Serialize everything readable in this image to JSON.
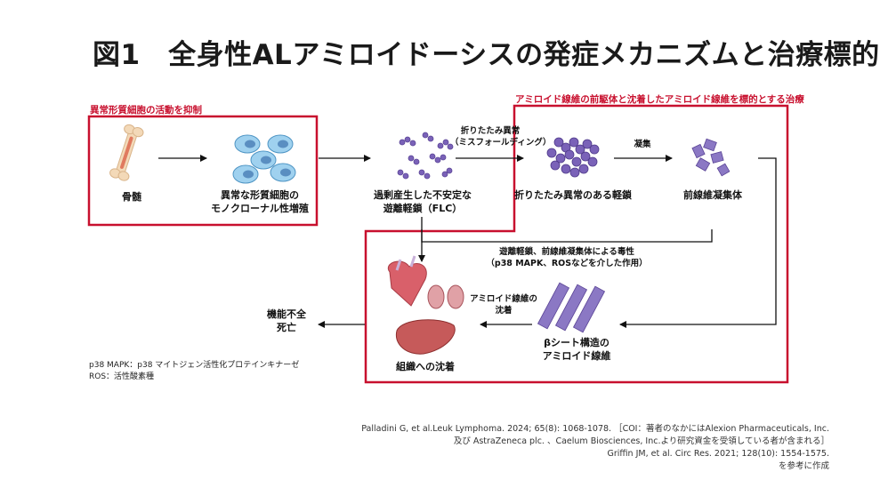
{
  "title": "図1　全身性ALアミロイドーシスの発症メカニズムと治療標的",
  "target_left": {
    "label": "異常形質細胞の活動を抑制",
    "bone": "骨髄",
    "plasma_line1": "異常な形質細胞の",
    "plasma_line2": "モノクローナル性増殖"
  },
  "target_right": {
    "label": "アミロイド線維の前駆体と沈着したアミロイド線維を標的とする治療"
  },
  "flc": {
    "line1": "過剰産生した不安定な",
    "line2": "遊離軽鎖（FLC）"
  },
  "misfold_arrow": {
    "line1": "折りたたみ異常",
    "line2": "（ミスフォールディング）"
  },
  "misfolded": "折りたたみ異常のある軽鎖",
  "aggregate_arrow": "凝集",
  "prefibril": "前線維凝集体",
  "toxicity": {
    "line1": "遊離軽鎖、前線維凝集体による毒性",
    "line2": "（p38 MAPK、ROSなどを介した作用）"
  },
  "deposit_arrow": {
    "line1": "アミロイド線維の",
    "line2": "沈着"
  },
  "beta": {
    "line1": "βシート構造の",
    "line2": "アミロイド線維"
  },
  "tissue": "組織への沈着",
  "outcome": {
    "line1": "機能不全",
    "line2": "死亡"
  },
  "abbreviations": [
    "p38 MAPK：p38 マイトジェン活性化プロテインキナーゼ",
    "ROS：活性酸素種"
  ],
  "references": [
    "Palladini G, et al.Leuk Lymphoma. 2024; 65(8): 1068-1078. ［COI：著者のなかにはAlexion Pharmaceuticals, Inc.",
    "及び AstraZeneca plc. 、Caelum Biosciences, Inc.より研究資金を受領している者が含まれる］",
    "Griffin JM, et al. Circ Res. 2021; 128(10): 1554-1575.",
    "を参考に作成"
  ],
  "colors": {
    "red": "#c8102e",
    "purple": "#7a62b8",
    "blue": "#6fb7e0"
  }
}
